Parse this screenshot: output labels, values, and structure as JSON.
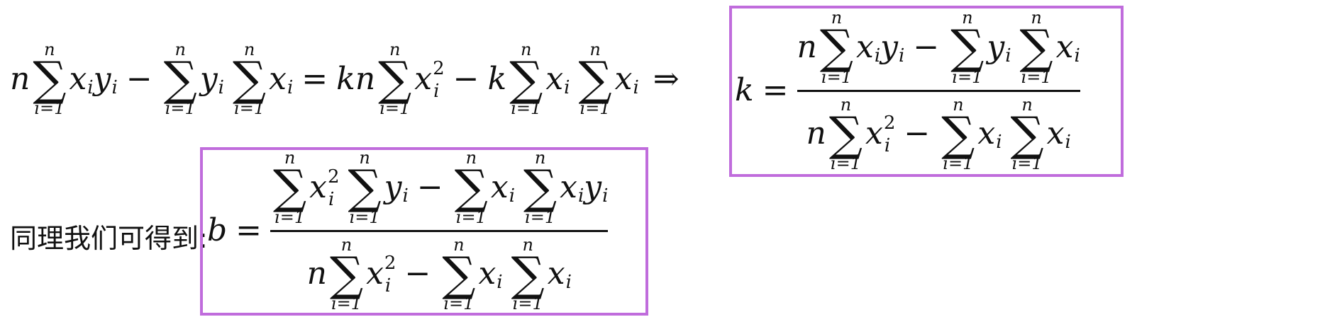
{
  "colors": {
    "box_border": "#c06cdc",
    "text": "#111111",
    "background": "#ffffff"
  },
  "symbols": {
    "sum": "∑",
    "upper_limit": "n",
    "lower_limit": "i=1",
    "implies": "⇒",
    "equals": "=",
    "minus": "−",
    "squared": "2"
  },
  "line1": {
    "lhs_coef": "n",
    "rhs_coef": "kn",
    "rhs_k": "k",
    "result_var": "k"
  },
  "line2": {
    "label": "同理我们可得到:",
    "result_var": "b"
  },
  "vars": {
    "x": "x",
    "y": "y",
    "i": "i"
  }
}
